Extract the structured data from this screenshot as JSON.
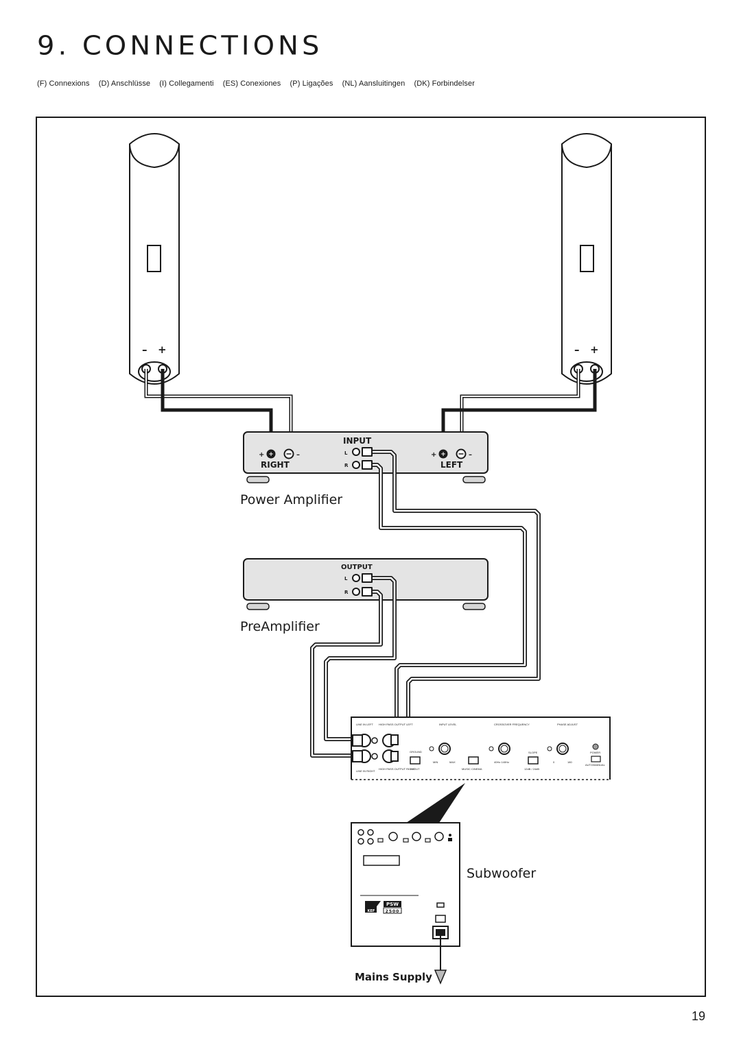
{
  "page": {
    "title": "9.   CONNECTIONS",
    "page_number": "19"
  },
  "translations": [
    "(F) Connexions",
    "(D) Anschlüsse",
    "(I) Collegamenti",
    "(ES) Conexiones",
    "(P) Ligações",
    "(NL) Aansluitingen",
    "(DK) Forbindelser"
  ],
  "power_amplifier": {
    "label": "Power Amplifier",
    "input_label": "INPUT",
    "right_label": "RIGHT",
    "left_label": "LEFT",
    "channel_l": "L",
    "channel_r": "R",
    "plus": "+",
    "minus": "–"
  },
  "preamplifier": {
    "label": "PreAmplifier",
    "output_label": "OUTPUT",
    "channel_l": "L",
    "channel_r": "R"
  },
  "speakers": {
    "terminal_minus": "–",
    "terminal_plus": "+"
  },
  "subwoofer_panel": {
    "line_in_left": "LINE IN LEFT",
    "high_pass_left": "HIGH PASS OUTPUT LEFT",
    "line_in_right": "LINE IN RIGHT",
    "high_pass_right": "HIGH PASS OUTPUT RIGHT",
    "ground": "GROUND",
    "in_out": "IN/OUT",
    "input_level": "INPUT LEVEL",
    "min": "MIN",
    "max": "MAX",
    "music_cinema": "MUSIC CINEMA",
    "crossover": "CROSSOVER FREQUENCY",
    "freq_range": "40Hz  140Hz",
    "slope": "SLOPE",
    "slope_values": "12dB / 24dB",
    "phase_adjust": "PHASE ADJUST",
    "phase_0": "0",
    "phase_180": "180",
    "power": "POWER",
    "auto_manual": "AUTO/MANUAL"
  },
  "subwoofer": {
    "label": "Subwoofer",
    "brand": "KEF",
    "model_line1": "PSW",
    "model_line2": "2500",
    "mains_label": "Mains Supply"
  }
}
